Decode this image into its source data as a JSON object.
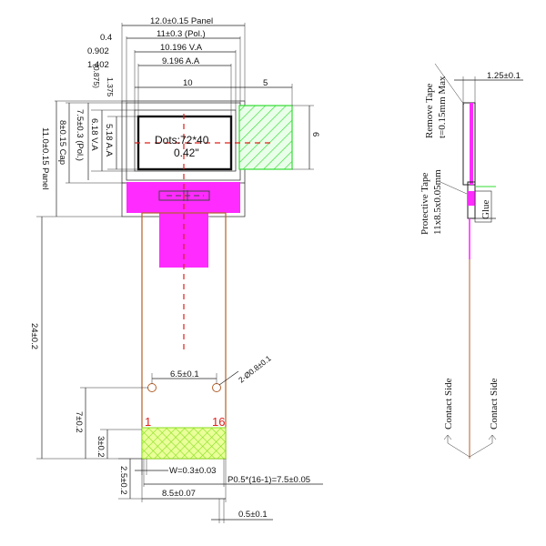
{
  "dims": {
    "panel_w": "12.0±0.15 Panel",
    "pol_w": "11±0.3 (Pol.)",
    "d04": "0.4",
    "d0902": "0.902",
    "va_w": "10.196 V.A",
    "d1402": "1.402",
    "aa_w": "9.196 A.A",
    "d0875": "(0.875)",
    "d1375": "1.375",
    "d10": "10",
    "d5": "5",
    "d6": "6",
    "cap_h": "8±0.15 Cap",
    "pol_h": "7.5±0.3 (Pol.)",
    "va_h": "6.18 V.A",
    "aa_h": "5.18 A.A",
    "panel_h": "11.0±0.15 Panel",
    "total_h": "24±0.2",
    "d7": "7±0.2",
    "d3": "3±0.2",
    "d25": "2.5±0.2",
    "d65": "6.5±0.1",
    "hole": "2-Ø0.8±0.1",
    "width": "W=0.3±0.03",
    "pitch": "P0.5*(16-1)=7.5±0.05",
    "d85": "8.5±0.07",
    "d05": "0.5±0.1",
    "d125": "1.25±0.1"
  },
  "display": {
    "dots": "Dots:72*40",
    "size": "0.42\""
  },
  "pins": {
    "first": "1",
    "last": "16"
  },
  "side": {
    "remove_tape_1": "Remove Tape",
    "remove_tape_2": "t=0.15mm Max",
    "protective_1": "Protective Tape",
    "protective_2": "11x8.5x0.05mm",
    "glue": "Glue",
    "contact_1": "Contact Side",
    "contact_2": "Contact Side"
  },
  "colors": {
    "magenta": "#ff2bff",
    "green": "#33ff33",
    "yellow_green": "#ccff66",
    "red": "#e0201a",
    "fpc": "#b5602a"
  }
}
